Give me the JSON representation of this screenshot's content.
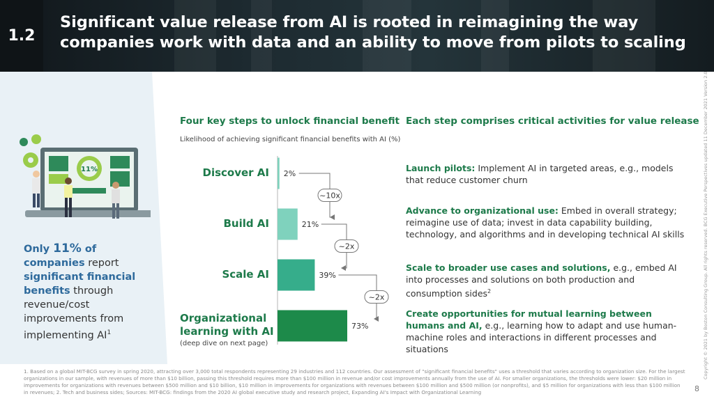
{
  "header": {
    "section": "1.2",
    "title": "Significant value release from AI is rooted in reimagining the way companies work with data and an ability to move from pilots to scaling"
  },
  "left_panel": {
    "illustration_label": "11%",
    "text_parts": [
      "Only ",
      "11%",
      " of ",
      "companies",
      " report ",
      "significant financial benefits",
      " through revenue/cost improvements from implementing AI",
      "1"
    ]
  },
  "colors": {
    "accent_green": "#1d7a4a",
    "accent_blue": "#2e6a9c",
    "bar_light": "#7fd2bd",
    "bar_mid": "#36ad8b",
    "bar_dark": "#1d8a4a"
  },
  "left_column_title": "Four key steps to unlock financial benefit",
  "right_column_title": "Each step comprises critical activities for value release",
  "chart_data": {
    "type": "bar",
    "orientation": "horizontal",
    "title": "Likelihood of achieving significant financial benefits with AI (%)",
    "categories": [
      "Discover AI",
      "Build AI",
      "Scale AI",
      "Organizational learning with AI"
    ],
    "values": [
      2,
      21,
      39,
      73
    ],
    "value_labels": [
      "2%",
      "21%",
      "39%",
      "73%"
    ],
    "multipliers": [
      "~10x",
      "~2x",
      "~2x"
    ],
    "xlim": [
      0,
      100
    ],
    "note": "(deep dive on next page)"
  },
  "steps_label_lines": {
    "step4": [
      "Organizational",
      "learning with AI"
    ]
  },
  "activities": [
    {
      "bold": "Launch pilots:",
      "text": " Implement AI in targeted areas, e.g., models that reduce customer churn",
      "sup": ""
    },
    {
      "bold": "Advance to organizational use:",
      "text": " Embed in overall strategy; reimagine use of data; invest in data capability building, technology, and algorithms and in developing technical AI skills",
      "sup": ""
    },
    {
      "bold": "Scale to broader use cases and solutions,",
      "text": " e.g., embed AI into processes and solutions on both production and consumption sides",
      "sup": "2"
    },
    {
      "bold": "Create opportunities for mutual learning between humans and AI,",
      "text": " e.g., learning how to adapt and use human-machine roles and interactions in different processes and situations",
      "sup": ""
    }
  ],
  "footnote": "1. Based on a global MIT-BCG survey in spring 2020, attracting over 3,000 total respondents representing 29 industries and 112 countries. Our assessment of \"significant financial benefits\" uses a threshold that varies according to organization size. For the largest organizations in our sample, with revenues of more than $10 billion, passing this threshold requires more than $100 million in revenue and/or cost improvements annually from the use of AI. For smaller organizations, the thresholds were lower: $20 million in improvements for organizations with revenues between $500 million and $10 billion, $10 million in improvements for organizations with revenues between $100 million and $500 million (or nonprofits), and $5 million for organizations with less than $100 million in revenues; 2. Tech and business sides; Sources: MIT-BCG: findings from the 2020 AI global executive study and research project, Expanding AI's Impact with Organizational Learning",
  "copyright": "Copyright © 2021 by Boston Consulting Group. All rights reserved. BCG Executive Perspectives updated 11 December 2021 Version 2.0",
  "page_number": "8"
}
